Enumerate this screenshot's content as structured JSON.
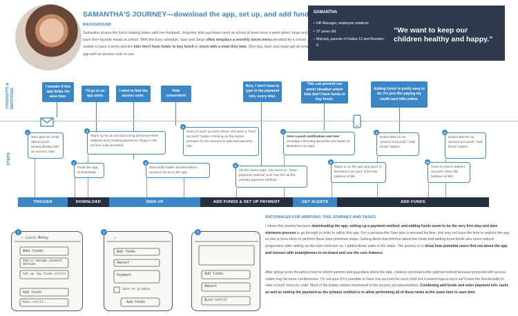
{
  "header": {
    "title": "SAMANTHA'S JOURNEY—download the app, set up, and add funds",
    "background_label": "BACKGROUND",
    "background_text_1": "Samantha shares the lunch making duties with her husband, JorgeHer kids purchase lunch at school at least once a week when Jorge and she have no time to prepare a lunch or kids have their favorite meals at school. With the busy schedule, Sam and Jorge ",
    "background_bold_1": "often misplace a monthly lunch menu",
    "background_text_2": " provided by a school. They're afraid of a situation where they're unable to pack a lunch and the ",
    "background_bold_2": "kids don't have funds to buy lunch",
    "background_text_3": " or ",
    "background_bold_3": "stuck with a meal they hate",
    "background_text_4": ". One day, Sam and Jorge get an email from school informing about a school lunch app with an access code to use."
  },
  "persona": {
    "name": "SAMANTHA",
    "facts": [
      "HR Manager, employee relations",
      "37 years old",
      "Married, parents of Hallee 12 and Brenden 8"
    ],
    "quote": "“We want to  keep our children healthy and happy.”"
  },
  "labels": {
    "thoughts": "THOUGHTS & EMOTIONS",
    "steps": "STEPS"
  },
  "thoughts": [
    "I wonder if this app helps me save time.",
    "I'll go to an app store.",
    "I need to find the access code.",
    "How convenient!",
    "Nice, I don't have to type in the payment info. every time.",
    "This can prevent our worst situation where kids don't have funds to buy lunch.",
    "Adding funds is pretty easy to do. It's just like paying my credit card bills online."
  ],
  "steps": [
    {
      "num": "1",
      "text": "Sam gets an email about Lunch Money Buddy with an access code."
    },
    {
      "num": "2",
      "text": "Finds the app to download."
    },
    {
      "num": "3",
      "text": "Signs up for an account using personal email address and creating password. Plugs in the access code provided."
    },
    {
      "num": "4",
      "text": "Sees both Hallee and Brenden's account set up in the app."
    },
    {
      "num": "5",
      "text": "Goes to each account where she sees a “fund account” button. Clicking on the button prompts for the amount to add and payment info."
    },
    {
      "num": "6",
      "text": "On the same page, she turns on “Save payment method” and “Set this as the primary payment method.”"
    },
    {
      "num": "7",
      "bold": "Gets a push notification and text",
      "text": " message informing about the low funds on  Brenden's account."
    },
    {
      "num": "8",
      "text": "Signs in on the app and goes to Brenden's account. Sees the balance of $5."
    },
    {
      "num": "9",
      "text": "Enters $50 for an amount and push “ Add funds” button."
    },
    {
      "num": "10",
      "text": "Goes to check Hallee's account. Sees the balance of $20."
    },
    {
      "num": "11",
      "text": "Enters $30 for an amount and push “Add funds” button"
    }
  ],
  "phases": [
    "TRIGGER",
    "DOWNLOAD",
    "SIGN UP",
    "ADD FUNDS & SET UP PAYMENT",
    "GET ALERTS",
    "ADD FUNDS"
  ],
  "sketches": [
    {
      "num": "1",
      "lines": [
        "← Lunch Money",
        "Add funds",
        "Add or manage payment methods",
        "Set up low funds alerts",
        "Add funds",
        "Auto-refill..."
      ]
    },
    {
      "num": "2",
      "lines": [
        "←",
        "Add funds",
        "Amount",
        "Payment",
        "Save as primary",
        "Add funds"
      ]
    },
    {
      "num": "3",
      "lines": [
        "",
        "Add funds",
        "Amount",
        "",
        "Auto-refill"
      ]
    }
  ],
  "rationale": {
    "title": "RATIONALES FOR ARRIVING THIS JOURNEY AND TASKS",
    "p1_a": "I chose this journey because ",
    "p1_b": "downloading the app, setting up a payment method, and adding funds seem to be the very first step and bare minimum process",
    "p1_c": " to go through in order to utilize this app. For a persona like Sam who is pressed for time, she may not have the time to explore the app so she is more likely to perform these bare minimum steps. Getting alerts that informs about low funds and adding more funds also seem natural progression after setting up the bare minimum so, I added those tasks in the steps. The journey is to ",
    "p1_d": "show how potential users find out about the app and interact with smartphones to on-board and use the core features",
    "p1_e": ".",
    "p2_a": "After giving some thought to how to inform parents and guardians about the app, I believe an email is the optimal method because printouts with access codes may be more cumbersome. I'm not sure if it's possible to have one account for each child but it seems logical since we'll have the functionality to view a lunch menu by child. Most of the button names mentioned in the journey are placeholders. ",
    "p2_b": "Combining add funds and enter payment info. tasks as well as setting  the payment as the primary method is to allow performing all of these tasks at the same time to save time",
    "p2_c": "."
  },
  "colors": {
    "accent": "#3b86c7",
    "dark": "#252f3f",
    "persona_bg": "#2e3a4e"
  }
}
